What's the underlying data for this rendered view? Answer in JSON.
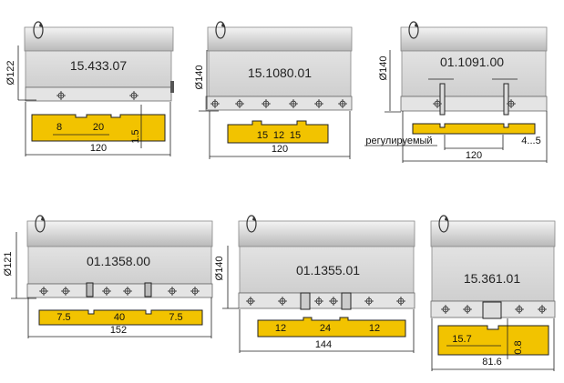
{
  "panels": [
    {
      "code": "15.433.07",
      "diameter": "Ø122",
      "width": "120",
      "dims": [
        "8",
        "20",
        "1.5"
      ]
    },
    {
      "code": "15.1080.01",
      "diameter": "Ø140",
      "width": "120",
      "dims": [
        "15",
        "12",
        "15"
      ]
    },
    {
      "code": "01.1091.00",
      "diameter": "Ø140",
      "width": "120",
      "dims": [
        "регулируемый",
        "4...5"
      ]
    },
    {
      "code": "01.1358.00",
      "diameter": "Ø121",
      "width": "152",
      "dims": [
        "7.5",
        "40",
        "7.5"
      ]
    },
    {
      "code": "01.1355.01",
      "diameter": "Ø140",
      "width": "144",
      "dims": [
        "12",
        "24",
        "12"
      ]
    },
    {
      "code": "15.361.01",
      "diameter": "",
      "width": "81.6",
      "dims": [
        "15.7",
        "0.8"
      ]
    }
  ],
  "colors": {
    "profile": "#f2c300"
  }
}
